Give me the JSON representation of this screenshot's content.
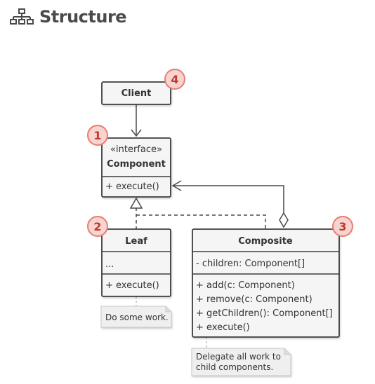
{
  "header": {
    "title": "Structure",
    "icon": "hierarchy-icon"
  },
  "client": {
    "name": "Client",
    "badge": "4"
  },
  "component": {
    "stereotype": "«interface»",
    "name": "Component",
    "method": "+ execute()",
    "badge": "1"
  },
  "leaf": {
    "name": "Leaf",
    "fields": "...",
    "method": "+ execute()",
    "badge": "2",
    "note": "Do some work."
  },
  "composite": {
    "name": "Composite",
    "field": "- children: Component[]",
    "methods": [
      "+ add(c: Component)",
      "+ remove(c: Component)",
      "+ getChildren(): Component[]",
      "+ execute()"
    ],
    "badge": "3",
    "note": [
      "Delegate all work to",
      "child components."
    ]
  },
  "colors": {
    "box_fill": "#f5f5f5",
    "box_stroke": "#3d3d3d",
    "badge_fill": "#f7d4cf",
    "badge_stroke": "#e87d6f",
    "badge_text": "#c0392b",
    "note_fill": "#efefef"
  }
}
